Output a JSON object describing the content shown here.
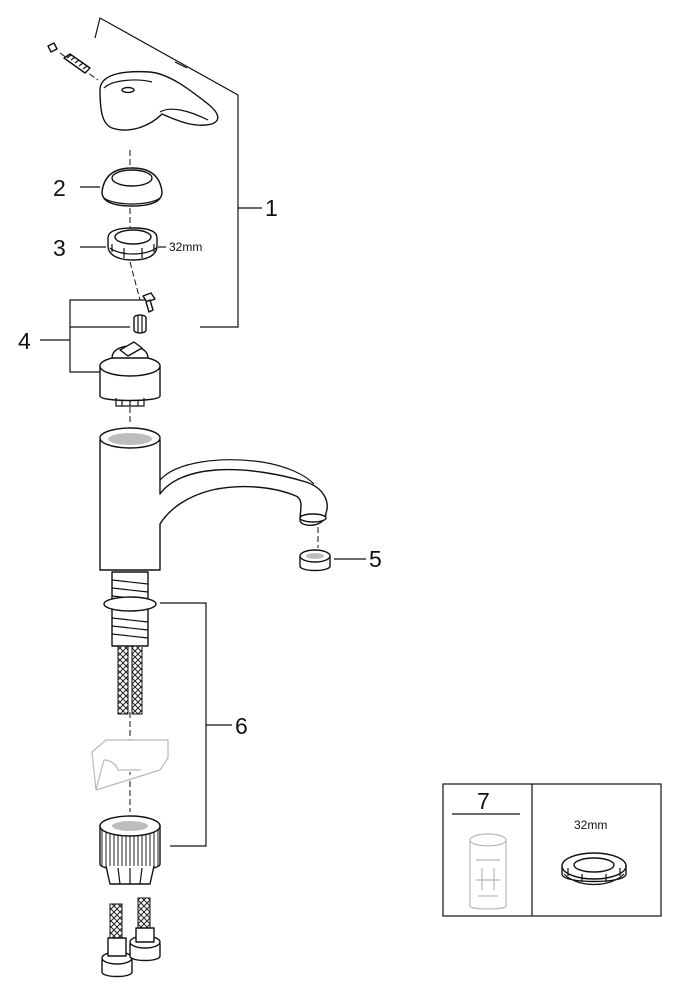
{
  "callouts": {
    "c1": "1",
    "c2": "2",
    "c3": "3",
    "c4": "4",
    "c5": "5",
    "c6": "6",
    "c7": "7"
  },
  "dimensions": {
    "nut_size": "32mm",
    "inset_nut_size": "32mm"
  }
}
